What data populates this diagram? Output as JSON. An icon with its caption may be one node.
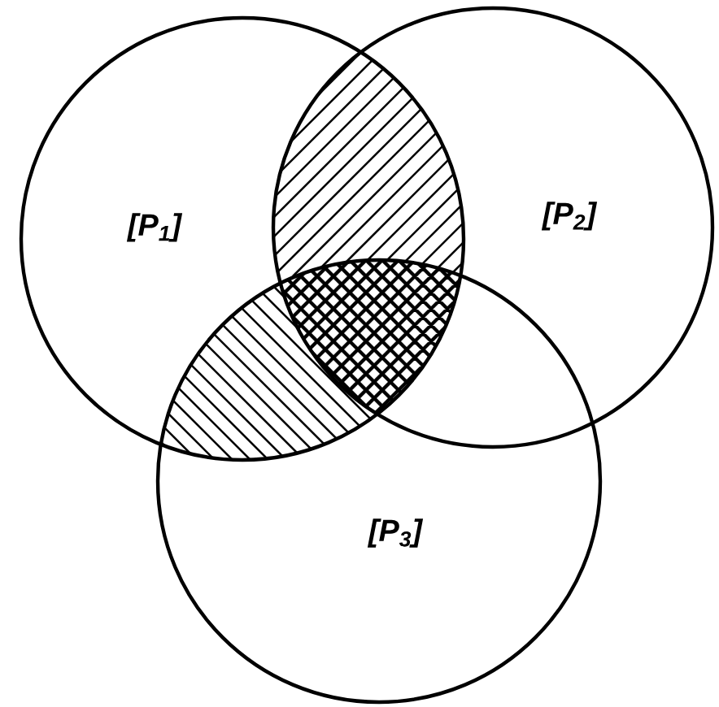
{
  "diagram": {
    "nodes": [
      {
        "text": [
          "[P$_{1}$]"
        ]
      },
      {
        "text": [
          "[P$_{2}$]"
        ]
      },
      {
        "text": [
          "[P$_{3}$]"
        ]
      }
    ]
  }
}
